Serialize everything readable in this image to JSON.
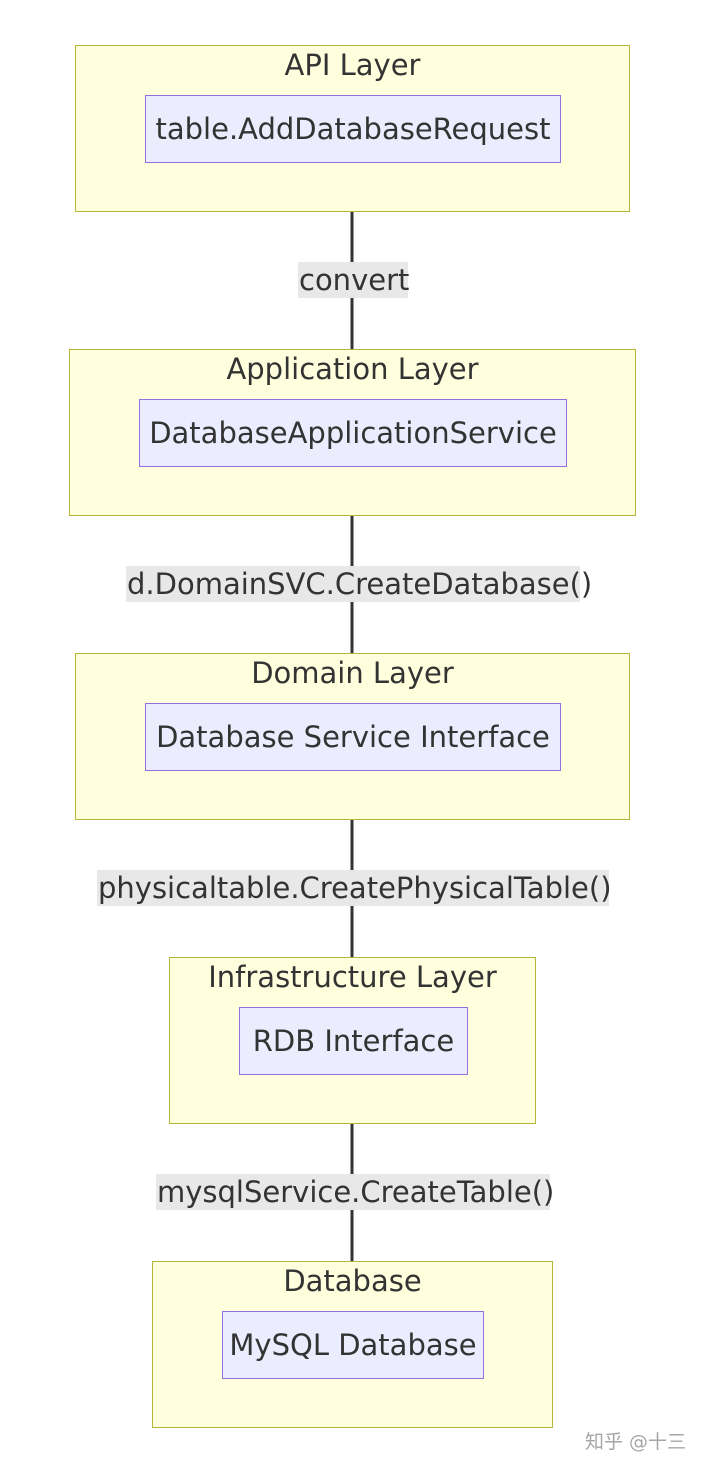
{
  "layers": [
    {
      "id": "api",
      "title": "API Layer",
      "node": "table.AddDatabaseRequest"
    },
    {
      "id": "application",
      "title": "Application Layer",
      "node": "DatabaseApplicationService"
    },
    {
      "id": "domain",
      "title": "Domain Layer",
      "node": "Database Service Interface"
    },
    {
      "id": "infrastructure",
      "title": "Infrastructure Layer",
      "node": "RDB Interface"
    },
    {
      "id": "database",
      "title": "Database",
      "node": "MySQL Database"
    }
  ],
  "edges": [
    {
      "from": "table.AddDatabaseRequest",
      "to": "DatabaseApplicationService",
      "label": "convert"
    },
    {
      "from": "DatabaseApplicationService",
      "to": "Database Service Interface",
      "label": "d.DomainSVC.CreateDatabase()"
    },
    {
      "from": "Database Service Interface",
      "to": "RDB Interface",
      "label": "physicaltable.CreatePhysicalTable()"
    },
    {
      "from": "RDB Interface",
      "to": "MySQL Database",
      "label": "mysqlService.CreateTable()"
    }
  ],
  "colors": {
    "layer_fill": "#ffffde",
    "layer_border": "#b5b53a",
    "node_fill": "#ececff",
    "node_border": "#9370db",
    "edge": "#333333",
    "label_bg": "#e8e8e8"
  },
  "watermark": "知乎 @十三"
}
